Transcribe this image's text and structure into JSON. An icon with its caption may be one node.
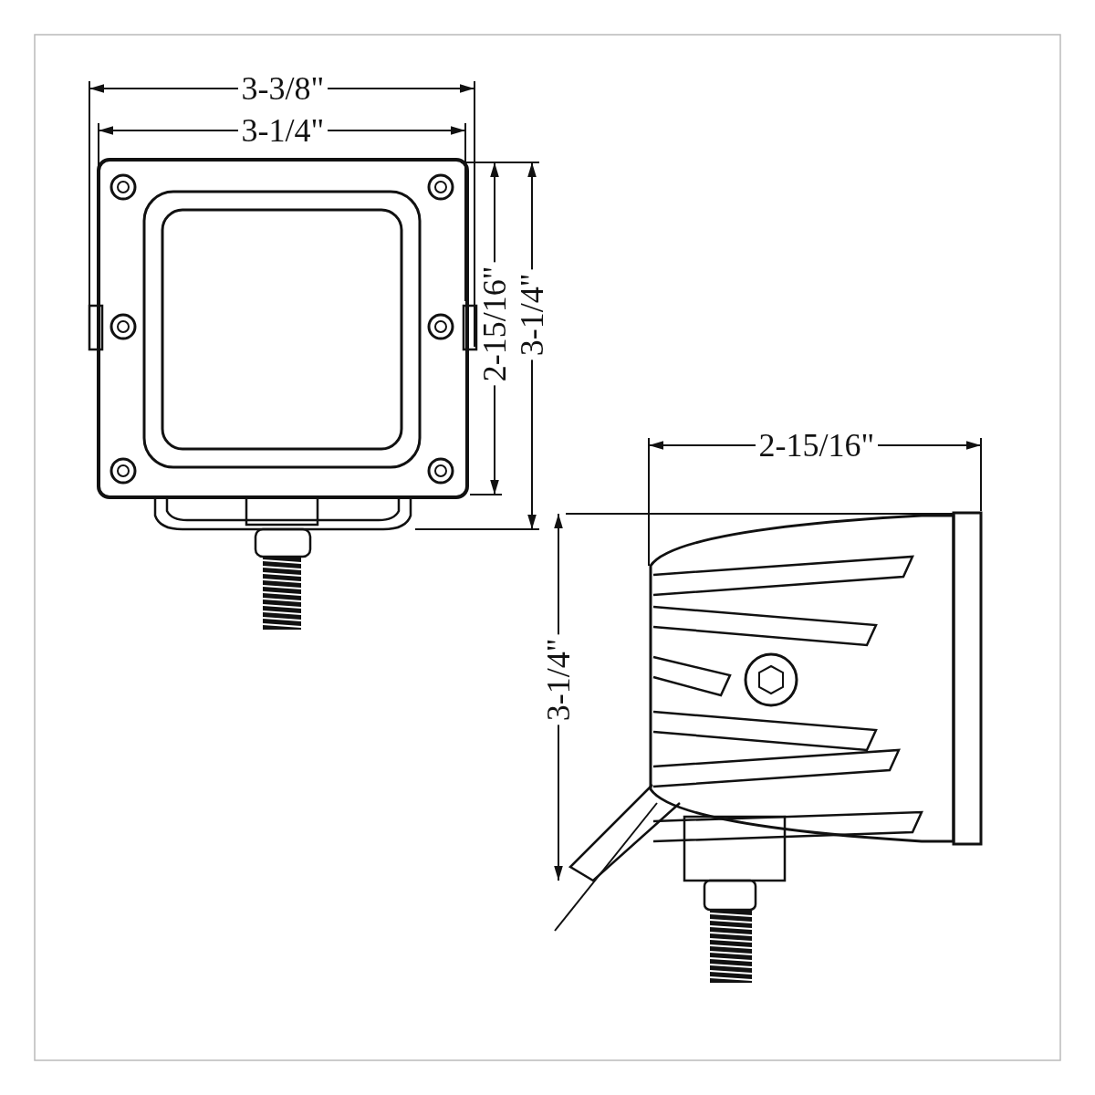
{
  "diagram": {
    "labels": [
      "3-3/8\"",
      "3-1/4\"",
      "2-15/16\"",
      "3-1/4\"",
      "2-15/16\"",
      "3-1/4\""
    ]
  }
}
